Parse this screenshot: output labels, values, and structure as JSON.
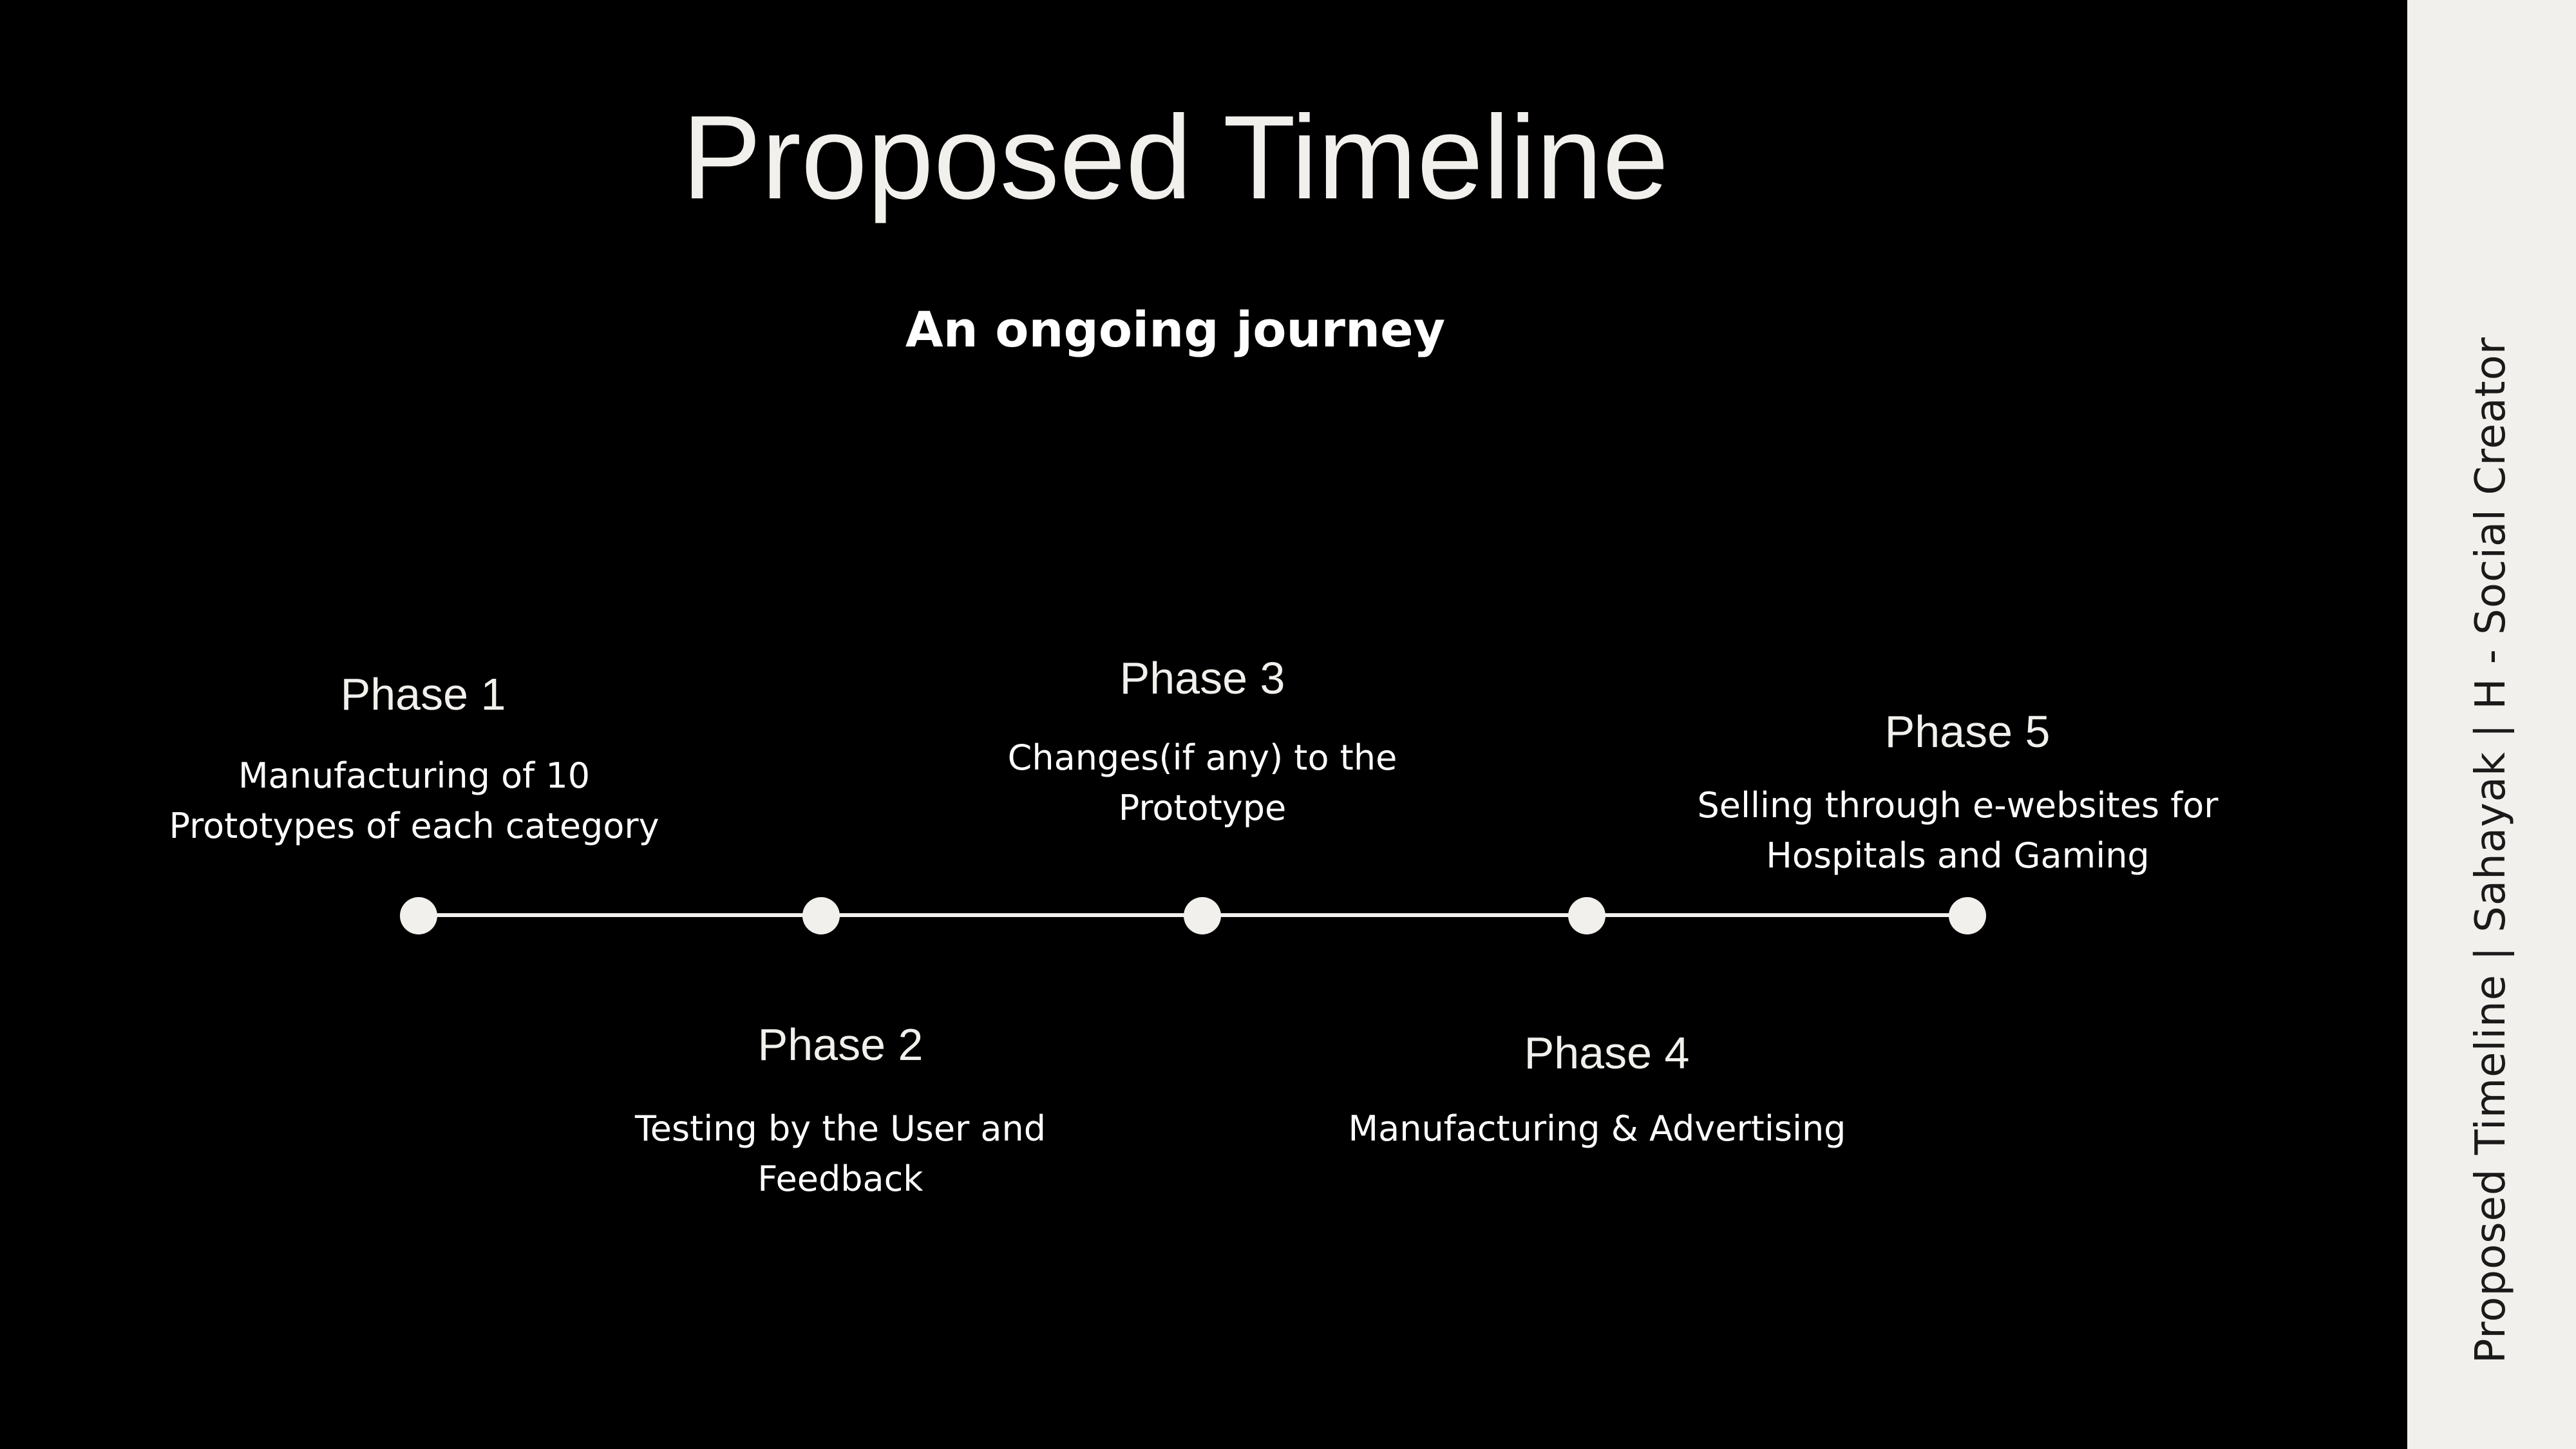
{
  "slide": {
    "title": "Proposed Timeline",
    "subtitle": "An ongoing journey",
    "sidebar_text": "Proposed Timeline | Sahayak | H - Social Creator"
  },
  "colors": {
    "background": "#000000",
    "sidebar_background": "#f2f0ec",
    "accent": "#f2f0ec",
    "text": "#ffffff"
  },
  "phases": [
    {
      "title": "Phase 1",
      "description": [
        "Manufacturing of 10",
        "Prototypes of each category"
      ]
    },
    {
      "title": "Phase 2",
      "description": [
        "Testing by the User and",
        "Feedback"
      ]
    },
    {
      "title": "Phase 3",
      "description": [
        "Changes(if any) to the",
        "Prototype"
      ]
    },
    {
      "title": "Phase 4",
      "description": [
        "Manufacturing & Advertising"
      ]
    },
    {
      "title": "Phase 5",
      "description": [
        "Selling through e-websites for",
        "Hospitals and Gaming"
      ]
    }
  ]
}
